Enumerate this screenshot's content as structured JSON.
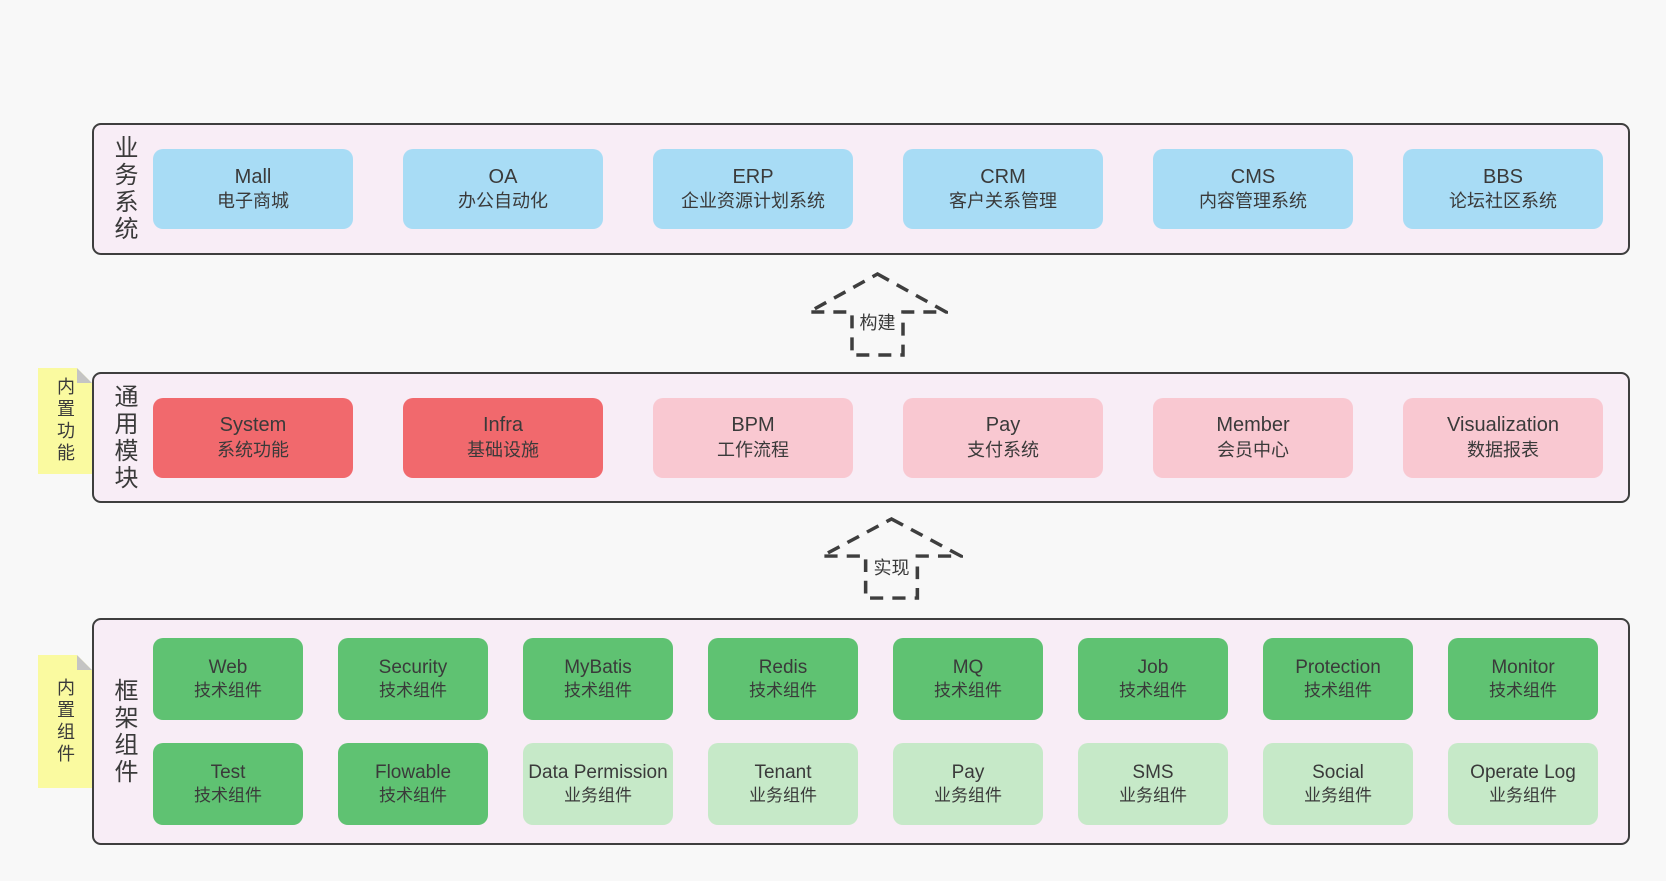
{
  "colors": {
    "pageBg": "#f8f8f8",
    "panelBg": "#f8edf6",
    "border": "#3e3e3e",
    "text": "#3a3a3a",
    "blue": "#a8dcf5",
    "red": "#f1696d",
    "pink": "#f9c8d1",
    "green": "#5fc272",
    "greenLight": "#c6e9c8",
    "noteBg": "#fafaa0",
    "fold": "#c4c4c4"
  },
  "notes": [
    {
      "label": "内置功能"
    },
    {
      "label": "内置组件"
    }
  ],
  "arrows": [
    {
      "label": "构建"
    },
    {
      "label": "实现"
    }
  ],
  "sections": [
    {
      "label": "业务系统",
      "rows": [
        [
          {
            "title": "Mall",
            "subtitle": "电子商城",
            "variant": "blue"
          },
          {
            "title": "OA",
            "subtitle": "办公自动化",
            "variant": "blue"
          },
          {
            "title": "ERP",
            "subtitle": "企业资源计划系统",
            "variant": "blue"
          },
          {
            "title": "CRM",
            "subtitle": "客户关系管理",
            "variant": "blue"
          },
          {
            "title": "CMS",
            "subtitle": "内容管理系统",
            "variant": "blue"
          },
          {
            "title": "BBS",
            "subtitle": "论坛社区系统",
            "variant": "blue"
          }
        ]
      ]
    },
    {
      "label": "通用模块",
      "rows": [
        [
          {
            "title": "System",
            "subtitle": "系统功能",
            "variant": "red"
          },
          {
            "title": "Infra",
            "subtitle": "基础设施",
            "variant": "red"
          },
          {
            "title": "BPM",
            "subtitle": "工作流程",
            "variant": "pink"
          },
          {
            "title": "Pay",
            "subtitle": "支付系统",
            "variant": "pink"
          },
          {
            "title": "Member",
            "subtitle": "会员中心",
            "variant": "pink"
          },
          {
            "title": "Visualization",
            "subtitle": "数据报表",
            "variant": "pink"
          }
        ]
      ]
    },
    {
      "label": "框架组件",
      "rows": [
        [
          {
            "title": "Web",
            "subtitle": "技术组件",
            "variant": "green"
          },
          {
            "title": "Security",
            "subtitle": "技术组件",
            "variant": "green"
          },
          {
            "title": "MyBatis",
            "subtitle": "技术组件",
            "variant": "green"
          },
          {
            "title": "Redis",
            "subtitle": "技术组件",
            "variant": "green"
          },
          {
            "title": "MQ",
            "subtitle": "技术组件",
            "variant": "green"
          },
          {
            "title": "Job",
            "subtitle": "技术组件",
            "variant": "green"
          },
          {
            "title": "Protection",
            "subtitle": "技术组件",
            "variant": "green"
          },
          {
            "title": "Monitor",
            "subtitle": "技术组件",
            "variant": "green"
          }
        ],
        [
          {
            "title": "Test",
            "subtitle": "技术组件",
            "variant": "green"
          },
          {
            "title": "Flowable",
            "subtitle": "技术组件",
            "variant": "green"
          },
          {
            "title": "Data Permission",
            "subtitle": "业务组件",
            "variant": "green-light"
          },
          {
            "title": "Tenant",
            "subtitle": "业务组件",
            "variant": "green-light"
          },
          {
            "title": "Pay",
            "subtitle": "业务组件",
            "variant": "green-light"
          },
          {
            "title": "SMS",
            "subtitle": "业务组件",
            "variant": "green-light"
          },
          {
            "title": "Social",
            "subtitle": "业务组件",
            "variant": "green-light"
          },
          {
            "title": "Operate Log",
            "subtitle": "业务组件",
            "variant": "green-light"
          }
        ]
      ]
    }
  ]
}
